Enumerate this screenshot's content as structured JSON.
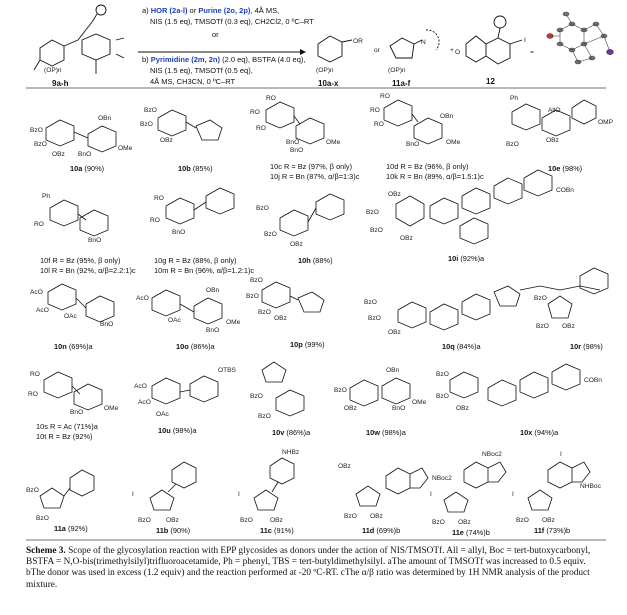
{
  "header": {
    "start_label": "9a-h",
    "route_a": {
      "prefix": "a)",
      "hor": "HOR",
      "hor_code": "(2a-l)",
      "or_word": "or",
      "purine": "Purine",
      "purine_code": "(2o, 2p)",
      "rest1": ", 4Å MS,",
      "line2": "NIS (1.5 eq), TMSOTf (0.3 eq), CH2Cl2, 0 ºC–RT"
    },
    "or_separator": "or",
    "route_b": {
      "prefix": "b)",
      "pyrimidine": "Pyrimidine",
      "pyr_code": "(2m, 2n)",
      "rest1": "(2.0 eq), BSTFA (4.0 eq),",
      "line2": "NIS (1.5 eq), TMSOTf (0.5 eq),",
      "line3": "4Å MS, CH3CN, 0 ºC–RT"
    },
    "product_label": "10a-x",
    "or_word2": "or",
    "nucleoside_label": "11a-f",
    "plus": "+",
    "byproduct_label": "12",
    "equals": "="
  },
  "compounds": [
    {
      "id": "10a",
      "label": "10a",
      "yield": "(90%)"
    },
    {
      "id": "10b",
      "label": "10b",
      "yield": "(85%)"
    },
    {
      "id": "10c",
      "label": "10c R = Bz (97%, β only)"
    },
    {
      "id": "10j",
      "label": "10j R = Bn (87%, α/β=1:3)c"
    },
    {
      "id": "10d",
      "label": "10d R = Bz (96%, β only)"
    },
    {
      "id": "10k",
      "label": "10k R = Bn (89%, α/β=1.5:1)c"
    },
    {
      "id": "10e",
      "label": "10e",
      "yield": "(98%)"
    },
    {
      "id": "10f",
      "label": "10f R = Bz (95%, β only)"
    },
    {
      "id": "10l",
      "label": "10l R = Bn (92%, α/β=2.2:1)c"
    },
    {
      "id": "10g",
      "label": "10g R = Bz (88%, β only)"
    },
    {
      "id": "10m",
      "label": "10m R = Bn (96%, α/β=1.2:1)c"
    },
    {
      "id": "10h",
      "label": "10h",
      "yield": "(88%)"
    },
    {
      "id": "10i",
      "label": "10i",
      "yield": "(92%)a"
    },
    {
      "id": "10n",
      "label": "10n",
      "yield": "(69%)a"
    },
    {
      "id": "10o",
      "label": "10o",
      "yield": "(86%)a"
    },
    {
      "id": "10p",
      "label": "10p",
      "yield": "(99%)"
    },
    {
      "id": "10q",
      "label": "10q",
      "yield": "(84%)a"
    },
    {
      "id": "10r",
      "label": "10r",
      "yield": "(98%)"
    },
    {
      "id": "10s",
      "label": "10s R = Ac (71%)a"
    },
    {
      "id": "10t",
      "label": "10t R = Bz (92%)"
    },
    {
      "id": "10u",
      "label": "10u",
      "yield": "(98%)a"
    },
    {
      "id": "10v",
      "label": "10v",
      "yield": "(86%)a"
    },
    {
      "id": "10w",
      "label": "10w",
      "yield": "(98%)a"
    },
    {
      "id": "10x",
      "label": "10x",
      "yield": "(94%)a"
    },
    {
      "id": "11a",
      "label": "11a",
      "yield": "(92%)"
    },
    {
      "id": "11b",
      "label": "11b",
      "yield": "(90%)"
    },
    {
      "id": "11c",
      "label": "11c",
      "yield": "(91%)"
    },
    {
      "id": "11d",
      "label": "11d",
      "yield": "(69%)b"
    },
    {
      "id": "11e",
      "label": "11e",
      "yield": "(74%)b"
    },
    {
      "id": "11f",
      "label": "11f",
      "yield": "(73%)b"
    }
  ],
  "atoms": {
    "bzo": "BzO",
    "bno": "BnO",
    "obn": "OBn",
    "ome": "OMe",
    "obz": "OBz",
    "oac": "OAc",
    "aco": "AcO",
    "ro": "RO",
    "ph": "Ph",
    "allo": "AllO",
    "omp": "OMP",
    "cobn": "COBn",
    "otbs": "OTBS",
    "nhbz": "NHBz",
    "nboc2": "NBoc2",
    "nhboc": "NHBoc",
    "o": "O",
    "n": "N",
    "r": "R",
    "i": "I",
    "oph": "(OP)n",
    "or": "OR"
  },
  "caption": {
    "title": "Scheme 3.",
    "text": "Scope of the glycosylation reaction with EPP glycosides as donors under the action of NIS/TMSOTf. All = allyl, Boc = tert-butoxycarbonyl, BSTFA = N,O-bis(trimethylsilyl)trifluoroacetamide, Ph = phenyl, TBS = tert-butyldimethylsilyl. ",
    "note_a": "aThe amount of TMSOTf was increased to 0.5 equiv. ",
    "note_b": "bThe donor was used in excess (1.2 equiv) and the reaction performed at -20 ºC-RT. ",
    "note_c": "cThe α/β ratio was determined by 1H NMR analysis of the product mixture."
  }
}
